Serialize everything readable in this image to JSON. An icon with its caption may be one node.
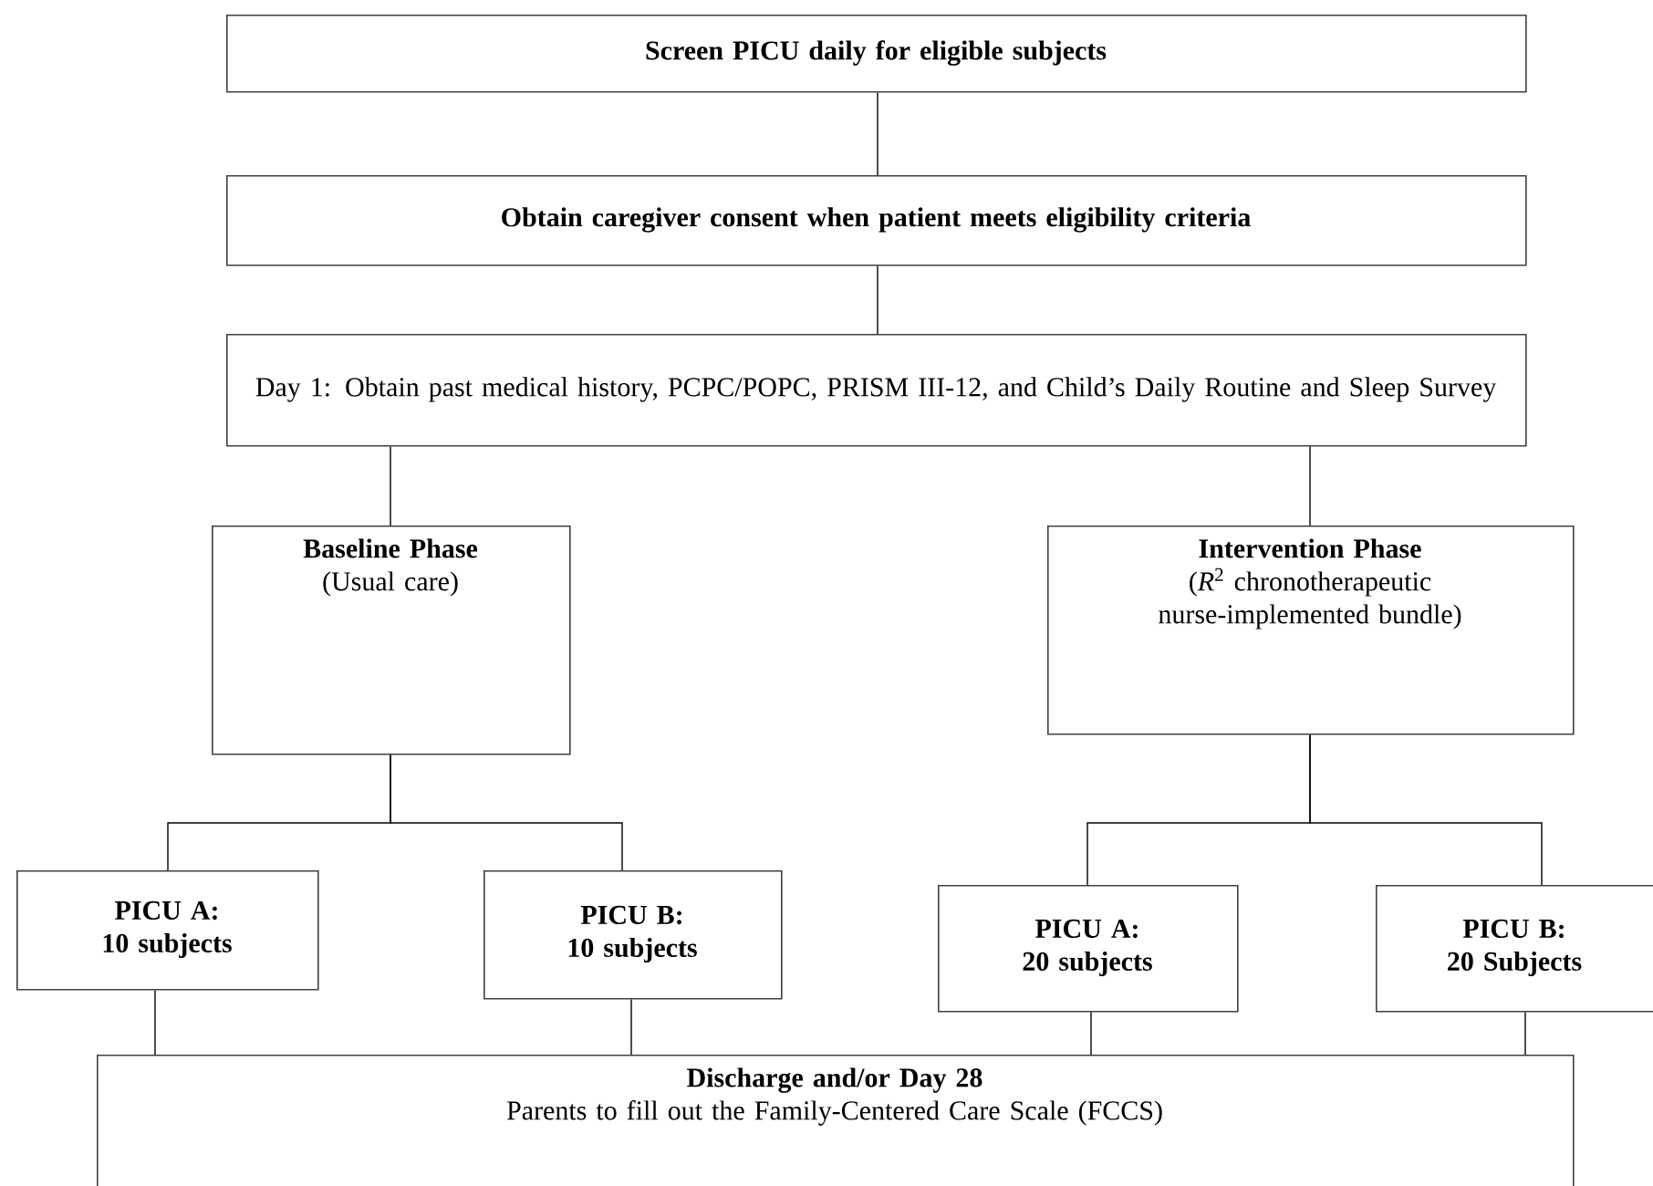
{
  "diagram": {
    "nodes": [
      {
        "text": [
          "Screen PICU daily for eligible subjects"
        ]
      },
      {
        "text": [
          "Obtain caregiver consent when patient meets eligibility criteria"
        ]
      },
      {
        "text": [
          "Day 1: Obtain past medical history, PCPC/POPC, PRISM III-12, and Child’s Daily Routine and Sleep Survey"
        ]
      },
      {
        "text": [
          "Baseline Phase",
          "(Usual care)"
        ]
      },
      {
        "text": [
          "Intervention Phase",
          "(*R*$^{2}$ chronotherapeutic nurse-implemented bundle)"
        ]
      },
      {
        "text": [
          "PICU A:",
          "10 subjects"
        ]
      },
      {
        "text": [
          "PICU B:",
          "10 subjects"
        ]
      },
      {
        "text": [
          "PICU A:",
          "20 subjects"
        ]
      },
      {
        "text": [
          "PICU B:",
          "20 Subjects"
        ]
      },
      {
        "text": [
          "Discharge and/or Day 28",
          "Parents to fill out the Family-Centered Care Scale (FCCS)"
        ]
      }
    ],
    "edges": [
      {
        "from": 0,
        "to": 1,
        "arrow": "none"
      },
      {
        "from": 1,
        "to": 2,
        "arrow": "none"
      },
      {
        "from": 2,
        "to": 3,
        "arrow": "none"
      },
      {
        "from": 2,
        "to": 4,
        "arrow": "none"
      },
      {
        "from": 3,
        "to": 5,
        "arrow": "none"
      },
      {
        "from": 3,
        "to": 6,
        "arrow": "none"
      },
      {
        "from": 4,
        "to": 7,
        "arrow": "none"
      },
      {
        "from": 4,
        "to": 8,
        "arrow": "none"
      },
      {
        "from": 5,
        "to": 9,
        "arrow": "none"
      },
      {
        "from": 6,
        "to": 9,
        "arrow": "none"
      },
      {
        "from": 7,
        "to": 9,
        "arrow": "none"
      },
      {
        "from": 8,
        "to": 9,
        "arrow": "none"
      }
    ]
  }
}
